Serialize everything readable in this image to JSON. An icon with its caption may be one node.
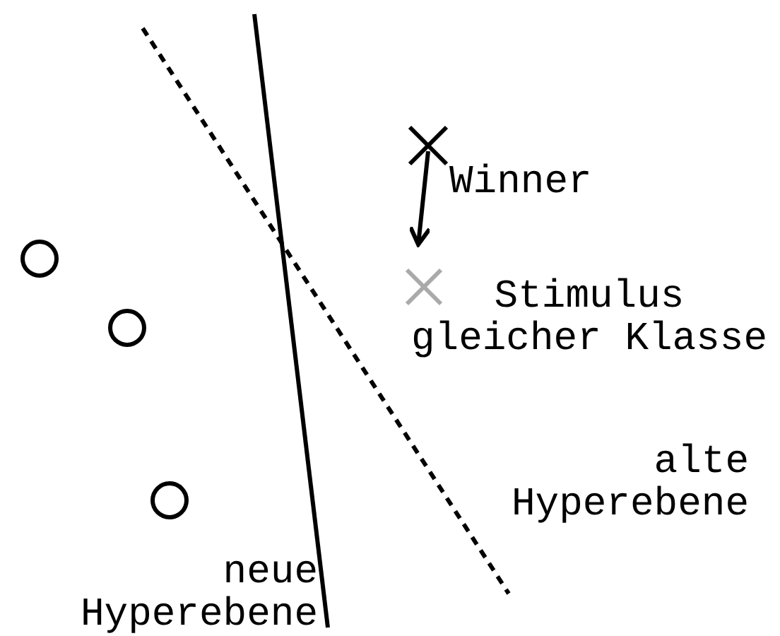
{
  "diagram": {
    "nodes": [
      {
        "text": [],
        "shape": "cross",
        "beside": [
          "Winner"
        ]
      },
      {
        "text": [],
        "shape": "cross",
        "beside": [
          "Stimulus gleicher Klasse"
        ]
      }
    ],
    "edges": [
      {
        "from": 0,
        "to": 1,
        "arrow": "to"
      }
    ],
    "labels": [
      "alte Hyperebene",
      "neue Hyperebene"
    ]
  }
}
